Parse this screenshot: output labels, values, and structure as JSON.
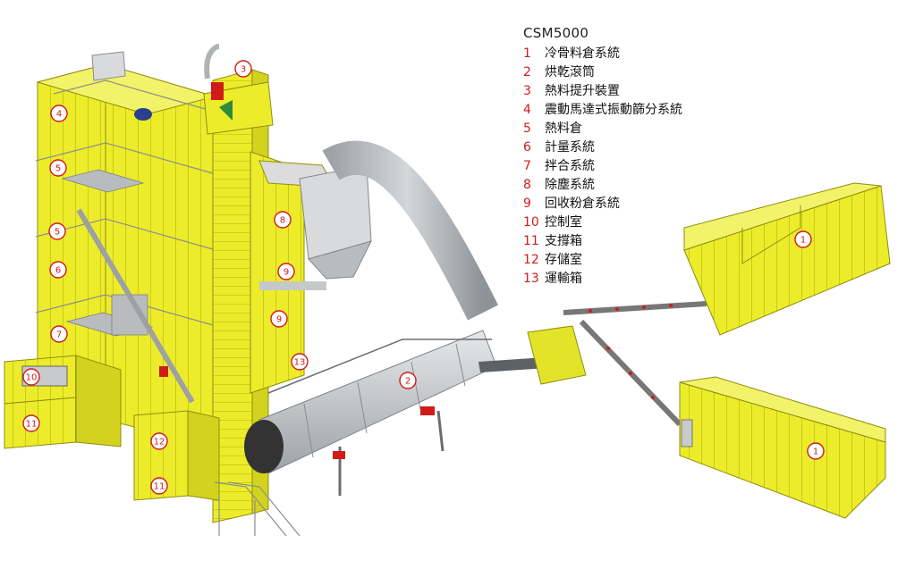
{
  "legend": {
    "title": "CSM5000",
    "items": [
      {
        "num": "1",
        "label": "冷骨料倉系統"
      },
      {
        "num": "2",
        "label": "烘乾滾筒"
      },
      {
        "num": "3",
        "label": "熱料提升裝置"
      },
      {
        "num": "4",
        "label": "震動馬達式振動篩分系統"
      },
      {
        "num": "5",
        "label": "熱料倉"
      },
      {
        "num": "6",
        "label": "計量系統"
      },
      {
        "num": "7",
        "label": "拌合系統"
      },
      {
        "num": "8",
        "label": "除塵系統"
      },
      {
        "num": "9",
        "label": "回收粉倉系統"
      },
      {
        "num": "10",
        "label": "控制室"
      },
      {
        "num": "11",
        "label": "支撐箱"
      },
      {
        "num": "12",
        "label": "存儲室"
      },
      {
        "num": "13",
        "label": "運輸箱"
      }
    ]
  },
  "callouts": [
    "4",
    "5",
    "5",
    "6",
    "7",
    "10",
    "11",
    "3",
    "8",
    "9",
    "9",
    "13",
    "12",
    "11",
    "2",
    "1",
    "1"
  ],
  "colors": {
    "machine_yellow": "#ecec2a",
    "machine_yellow_dark": "#c9c91c",
    "steel_gray": "#c8cacc",
    "accent_red": "#d11b1b",
    "legend_number": "#d11b1b"
  }
}
